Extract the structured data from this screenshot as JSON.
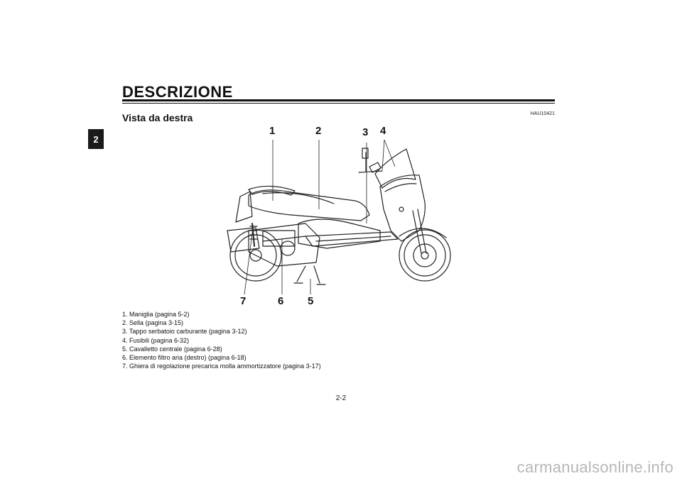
{
  "chapter_tab": "2",
  "title": "DESCRIZIONE",
  "code": "HAU10421",
  "subtitle": "Vista da destra",
  "callouts": {
    "c1": "1",
    "c2": "2",
    "c3": "3",
    "c4": "4",
    "c5": "5",
    "c6": "6",
    "c7": "7"
  },
  "legend": [
    "1. Maniglia (pagina 5-2)",
    "2. Sella (pagina 3-15)",
    "3. Tappo serbatoio carburante (pagina 3-12)",
    "4. Fusibili (pagina 6-32)",
    "5. Cavalletto centrale (pagina 6-28)",
    "6. Elemento filtro aria (destro) (pagina 6-18)",
    "7. Ghiera di regolazione precarica molla ammortizzatore (pagina 3-17)"
  ],
  "page_number": "2-2",
  "watermark": "carmanualsonline.info"
}
